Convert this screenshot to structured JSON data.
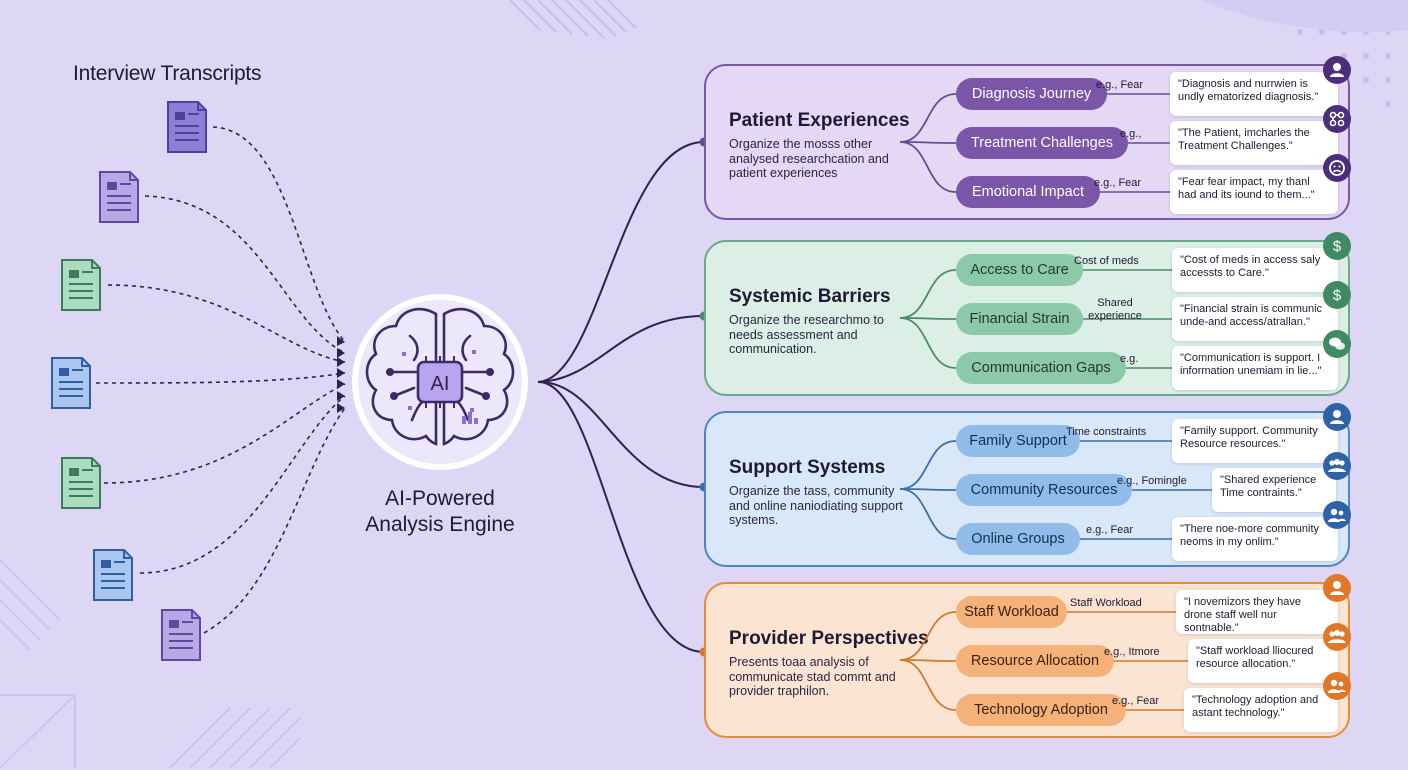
{
  "source": {
    "title": "Interview Transcripts"
  },
  "engine": {
    "chip": "AI",
    "label_line1": "AI-Powered",
    "label_line2": "Analysis Engine"
  },
  "colors": {
    "background": "#ddd6f5",
    "purple": "#7a56a8",
    "green": "#5e9c7a",
    "blue": "#4d86c0",
    "orange": "#e88a3a",
    "navy": "#2e2250"
  },
  "icons": [
    "document-icon",
    "brain-icon",
    "person-icon",
    "dollar-icon",
    "chat-icon",
    "group-icon"
  ],
  "themes": [
    {
      "title": "Patient Experiences",
      "description": "Organize the mosss other analysed researchcation and patient experiences",
      "subthemes": [
        {
          "label": "Diagnosis Journey",
          "tag": "e.g., Fear",
          "quote": "\"Diagnosis and nurrwien is undly ematorized diagnosis.\"",
          "icon": "person-icon"
        },
        {
          "label": "Treatment Challenges",
          "tag": "e.g.,",
          "quote": "\"The Patient, imcharles the Treatment Challenges.\"",
          "icon": "network-icon"
        },
        {
          "label": "Emotional Impact",
          "tag": "e.g., Fear",
          "quote": "\"Fear fear impact, my thanl had and its iound to them...\"",
          "icon": "sad-face-icon"
        }
      ]
    },
    {
      "title": "Systemic Barriers",
      "description": "Organize the researchmo to needs assessment and communication.",
      "subthemes": [
        {
          "label": "Access to Care",
          "tag": "Cost of meds",
          "quote": "\"Cost of meds in access saly accessts to Care.\"",
          "icon": "dollar-icon"
        },
        {
          "label": "Financial Strain",
          "tag": "Shared experience",
          "quote": "\"Financial strain is communic unde-and access/atrallan.\"",
          "icon": "dollar-icon"
        },
        {
          "label": "Communication Gaps",
          "tag": "e.g.",
          "quote": "\"Communication is support. I information unemiam in lie...\"",
          "icon": "chat-icon"
        }
      ]
    },
    {
      "title": "Support Systems",
      "description": "Organize the tass, community and online naniodiating support systems.",
      "subthemes": [
        {
          "label": "Family Support",
          "tag": "Time constraints",
          "quote": "\"Family support. Community Resource resources.\"",
          "icon": "person-icon"
        },
        {
          "label": "Community Resources",
          "tag": "e.g., Fomingle",
          "quote": "\"Shared experience Time contraints.\"",
          "icon": "group-icon"
        },
        {
          "label": "Online Groups",
          "tag": "e.g., Fear",
          "quote": "\"There noe-more community neoms in my onlim.\"",
          "icon": "person-group-icon"
        }
      ]
    },
    {
      "title": "Provider Perspectives",
      "description": "Presents toaa analysis of communicate stad commt and provider traphilon.",
      "subthemes": [
        {
          "label": "Staff Workload",
          "tag": "Staff Workload",
          "quote": "\"I novemizors they have drone staff well nur sontnable.\"",
          "icon": "person-icon"
        },
        {
          "label": "Resource Allocation",
          "tag": "e.g., Itmore",
          "quote": "\"Staff workload lliocured resource allocation.\"",
          "icon": "group-icon"
        },
        {
          "label": "Technology Adoption",
          "tag": "e.g., Fear",
          "quote": "\"Technology adoption and astant technology.\"",
          "icon": "person-group-icon"
        }
      ]
    }
  ]
}
